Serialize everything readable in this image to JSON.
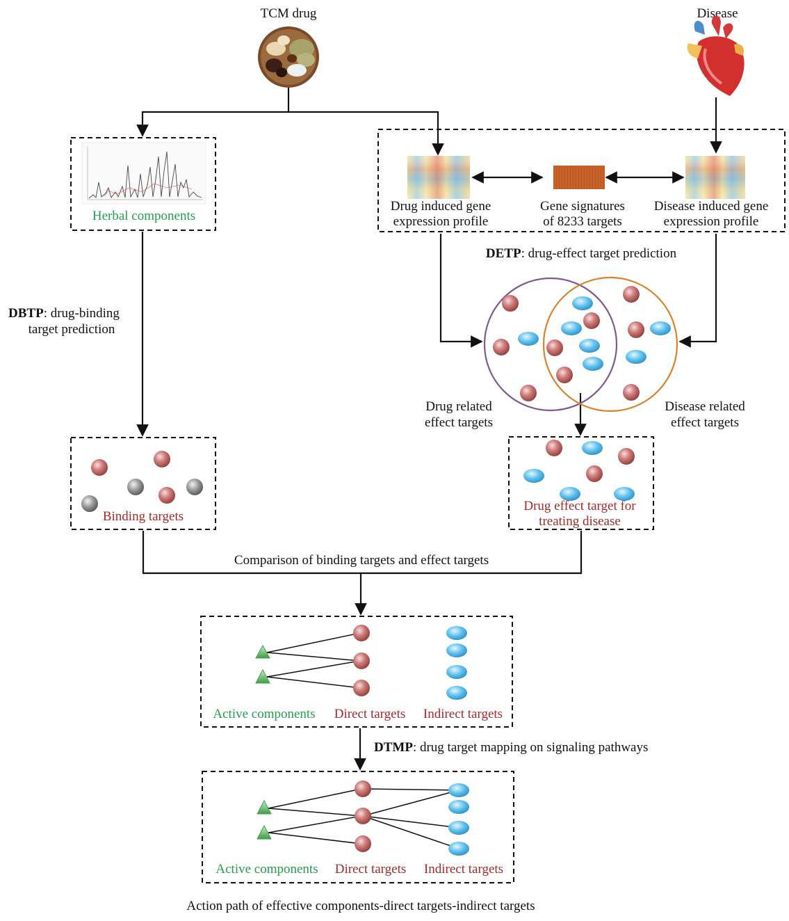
{
  "labels": {
    "tcm_drug": "TCM drug",
    "disease": "Disease",
    "herbal_components": "Herbal components",
    "drug_profile_l1": "Drug induced gene",
    "drug_profile_l2": "expression profile",
    "gene_sig_l1": "Gene signatures",
    "gene_sig_l2": "of 8233 targets",
    "disease_profile_l1": "Disease induced gene",
    "disease_profile_l2": "expression profile",
    "detp_abbr": "DETP",
    "detp_text": ": drug-effect target prediction",
    "dbtp_abbr": "DBTP",
    "dbtp_text": ": drug-binding",
    "dbtp_text2": "target prediction",
    "drug_related_l1": "Drug related",
    "drug_related_l2": "effect targets",
    "disease_related_l1": "Disease related",
    "disease_related_l2": "effect targets",
    "binding_targets": "Binding targets",
    "drug_effect_l1": "Drug effect target for",
    "drug_effect_l2": "treating disease",
    "comparison": "Comparison of binding targets and effect targets",
    "active_components": "Active components",
    "direct_targets": "Direct targets",
    "indirect_targets": "Indirect targets",
    "dtmp_abbr": "DTMP",
    "dtmp_text": ": drug target mapping on signaling pathways",
    "active_components_2": "Active components",
    "direct_targets_2": "Direct targets",
    "indirect_targets_2": "Indirect targets",
    "action_path": "Action path of effective components-direct targets-indirect targets"
  },
  "icons": {
    "tcm": "herbal-drug-bowl-icon",
    "disease": "heart-icon",
    "chromatogram": "chromatogram-icon",
    "heatmap": "heatmap-icon"
  },
  "colors": {
    "text_green": "#22a04b",
    "text_red": "#a52a2a",
    "circle_left": "#7b5a8f",
    "circle_right": "#d9822b",
    "red_target": "#c0605f",
    "blue_target": "#4fb8e8",
    "gray_target": "#8a8a8a",
    "triangle": "#4caf50"
  }
}
